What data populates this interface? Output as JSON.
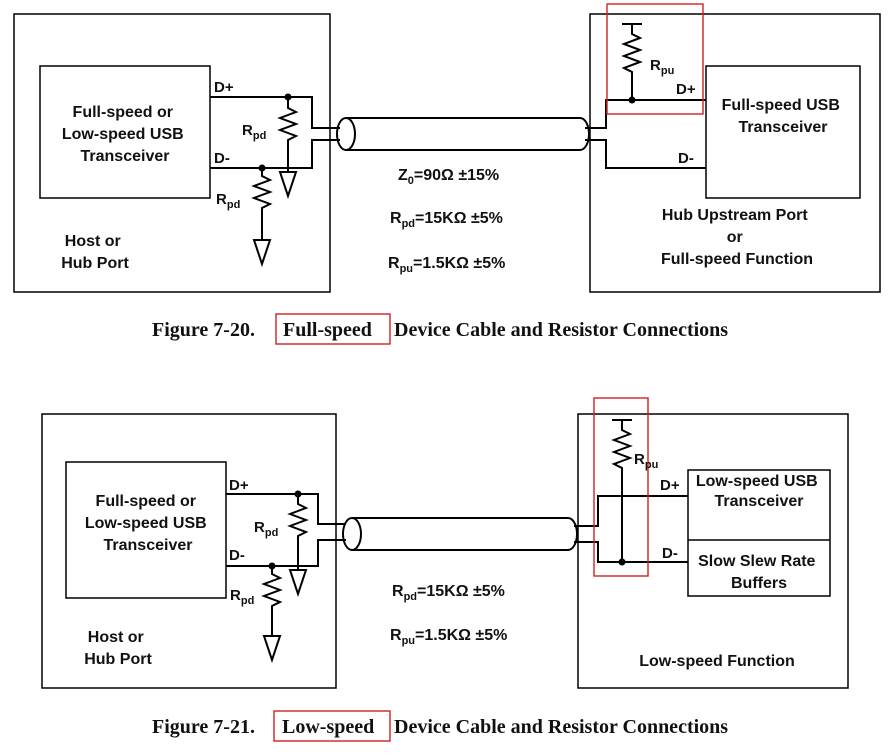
{
  "figure1": {
    "host_transceiver": [
      "Full-speed or",
      "Low-speed USB",
      "Transceiver"
    ],
    "host_port": [
      "Host or",
      "Hub Port"
    ],
    "d_plus": "D+",
    "d_minus": "D-",
    "rpd_base": "R",
    "rpd_sub": "pd",
    "rpu_base": "R",
    "rpu_sub": "pu",
    "device_transceiver": [
      "Full-speed USB",
      "Transceiver"
    ],
    "hub_upstream": [
      "Hub Upstream Port",
      "or",
      "Full-speed Function"
    ],
    "spec_z0": {
      "base": "Z",
      "sub": "0",
      "value": "=90Ω ±15%"
    },
    "spec_rpd": {
      "base": "R",
      "sub": "pd",
      "value": "=15KΩ ±5%"
    },
    "spec_rpu": {
      "base": "R",
      "sub": "pu",
      "value": "=1.5KΩ ±5%"
    },
    "caption_prefix": "Figure 7-20.",
    "caption_highlight": "Full-speed",
    "caption_suffix": "Device Cable and Resistor Connections"
  },
  "figure2": {
    "host_transceiver": [
      "Full-speed or",
      "Low-speed USB",
      "Transceiver"
    ],
    "host_port": [
      "Host or",
      "Hub Port"
    ],
    "d_plus": "D+",
    "d_minus": "D-",
    "rpd_base": "R",
    "rpd_sub": "pd",
    "rpu_base": "R",
    "rpu_sub": "pu",
    "device_transceiver": [
      "Low-speed USB",
      "Transceiver"
    ],
    "slew_buffers": [
      "Slow Slew Rate",
      "Buffers"
    ],
    "function_label": "Low-speed Function",
    "spec_rpd": {
      "base": "R",
      "sub": "pd",
      "value": "=15KΩ ±5%"
    },
    "spec_rpu": {
      "base": "R",
      "sub": "pu",
      "value": "=1.5KΩ ±5%"
    },
    "caption_prefix": "Figure 7-21.",
    "caption_highlight": "Low-speed",
    "caption_suffix": "Device Cable and Resistor Connections"
  },
  "colors": {
    "highlight": "#d21f1f",
    "ink": "#000000"
  }
}
